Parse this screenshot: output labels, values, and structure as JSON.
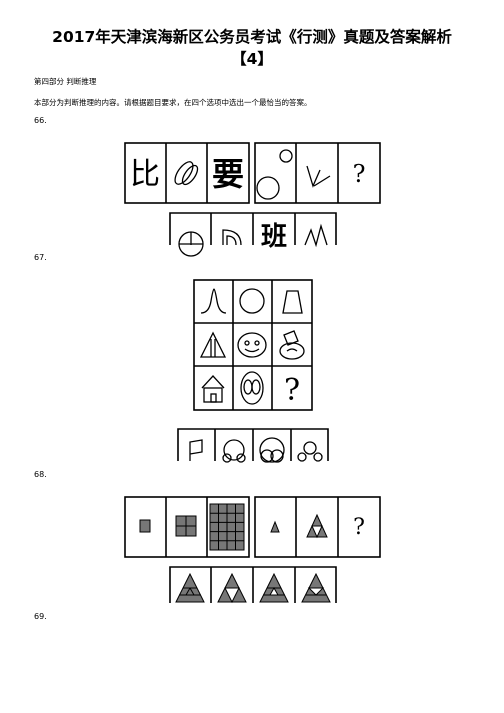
{
  "document": {
    "title_line1": "2017年天津滨海新区公务员考试《行测》真题及答案解析",
    "title_line2": "【4】",
    "section_heading": "第四部分 判断推理",
    "section_intro": "本部分为判断推理的内容。请根据题目要求，在四个选项中选出一个最恰当的答案。"
  },
  "questions": [
    {
      "number": "66.",
      "figure_text": [
        "比",
        "要",
        "?",
        "班"
      ]
    },
    {
      "number": "67.",
      "figure_text": [
        "?"
      ]
    },
    {
      "number": "68.",
      "figure_text": [
        "?"
      ]
    },
    {
      "number": "69."
    }
  ]
}
